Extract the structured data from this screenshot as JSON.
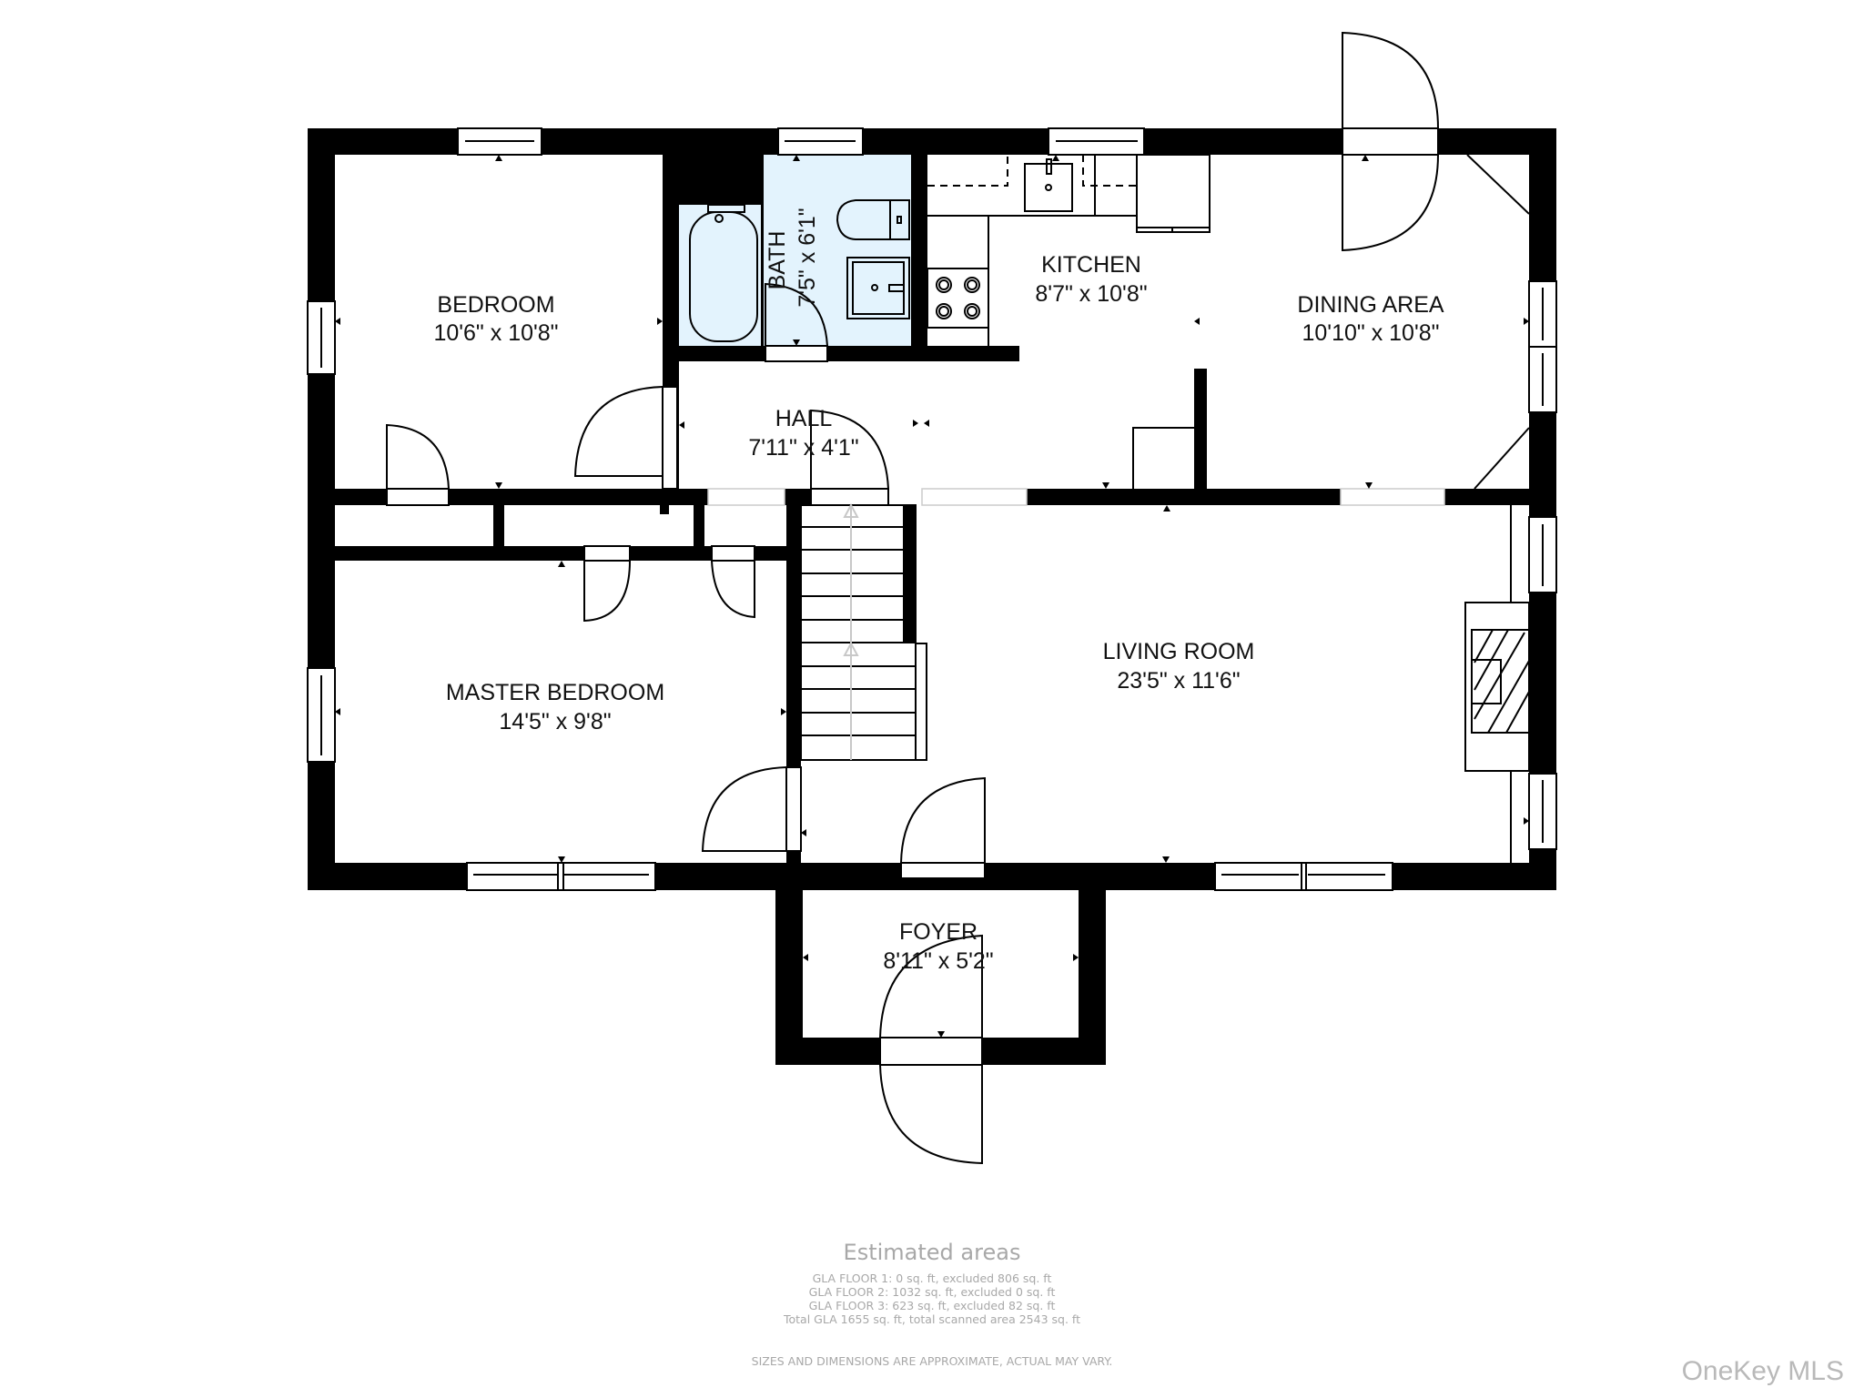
{
  "rooms": {
    "bedroom": {
      "name": "BEDROOM",
      "dims": "10'6\" x 10'8\""
    },
    "bath": {
      "name": "BATH",
      "dims": "7'5\" x 6'1\""
    },
    "kitchen": {
      "name": "KITCHEN",
      "dims": "8'7\" x 10'8\""
    },
    "dining": {
      "name": "DINING AREA",
      "dims": "10'10\" x 10'8\""
    },
    "hall": {
      "name": "HALL",
      "dims": "7'11\" x 4'1\""
    },
    "master": {
      "name": "MASTER BEDROOM",
      "dims": "14'5\" x 9'8\""
    },
    "living": {
      "name": "LIVING ROOM",
      "dims": "23'5\" x 11'6\""
    },
    "foyer": {
      "name": "FOYER",
      "dims": "8'11\" x 5'2\""
    }
  },
  "footer": {
    "title": "Estimated areas",
    "gla_lines": [
      "GLA FLOOR 1: 0 sq. ft, excluded 806 sq. ft",
      "GLA FLOOR 2: 1032 sq. ft, excluded 0 sq. ft",
      "GLA FLOOR 3: 623 sq. ft, excluded 82 sq. ft",
      "Total GLA 1655 sq. ft, total scanned area 2543 sq. ft"
    ],
    "disclaimer": "SIZES AND DIMENSIONS ARE APPROXIMATE, ACTUAL MAY VARY."
  },
  "watermark": "OneKey MLS",
  "colors": {
    "wall": "#000000",
    "bath_fill": "#e3f3fd",
    "footer_text": "#a8a8a8",
    "watermark": "#b9b9b9"
  }
}
